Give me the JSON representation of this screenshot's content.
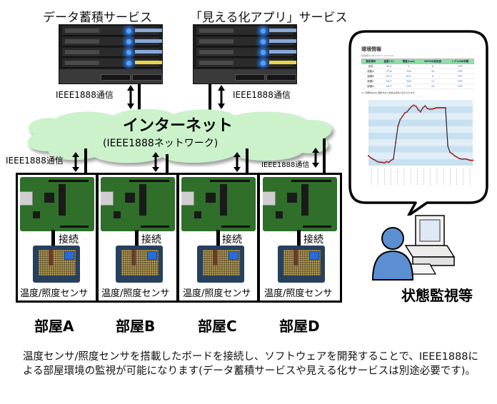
{
  "servers": [
    {
      "title": "データ蓄積サービス",
      "comm_label": "IEEE1888通信"
    },
    {
      "title": "「見える化アプリ」サービス",
      "comm_label": "IEEE1888通信"
    }
  ],
  "internet": {
    "title": "インターネット",
    "subtitle": "(IEEE1888ネットワーク)",
    "left_comm_label": "IEEE1888通信",
    "right_comm_label": "IEEE1888通信",
    "cloud_color": "#ccf2cc"
  },
  "rooms": [
    {
      "label": "部屋A",
      "connect_label": "接続",
      "sensor_label": "温度/照度センサ"
    },
    {
      "label": "部屋B",
      "connect_label": "接続",
      "sensor_label": "温度/照度センサ"
    },
    {
      "label": "部屋C",
      "connect_label": "接続",
      "sensor_label": "温度/照度センサ"
    },
    {
      "label": "部屋D",
      "connect_label": "接続",
      "sensor_label": "温度/照度センサ"
    }
  ],
  "monitor": {
    "status_label": "状態監視等",
    "screenshot": {
      "title": "環境情報",
      "meta": "取得時刻 2011-06-17 13:13:30",
      "table_headers": [
        "測定場所",
        "温度(℃)",
        "照度(Lux)",
        "DIPSW設定値",
        "トグルSW状態"
      ],
      "table_rows": [
        [
          "自宅",
          "40.0",
          "0",
          "8",
          "OFF"
        ],
        [
          "部屋A",
          "27.8",
          "316",
          "15",
          "OFF"
        ],
        [
          "部屋B",
          "32.2",
          "613",
          "0",
          "OFF"
        ],
        [
          "部屋C",
          "29.7",
          "316",
          "11",
          "OFF"
        ],
        [
          "部屋D",
          "29.7",
          "279",
          "15",
          "OFF"
        ]
      ],
      "note": "※一定時間以内に更新がない場合は赤色で表示されます。",
      "chart_series": [
        28.5,
        28.2,
        28.0,
        27.8,
        27.6,
        27.5,
        27.5,
        27.4,
        27.6,
        27.5,
        27.8,
        28.0,
        30.5,
        33.0,
        34.0,
        34.5,
        35.0,
        35.2,
        35.6,
        36.0,
        36.2,
        36.0,
        35.5,
        35.2,
        35.8,
        36.1,
        35.7,
        35.6,
        35.6,
        35.7,
        35.8,
        35.8,
        35.8,
        35.8,
        35.8,
        30.0,
        29.0,
        28.8,
        28.5,
        28.3,
        28.1,
        28.0,
        28.0,
        28.0,
        27.9,
        27.8,
        27.8
      ],
      "chart_ylim": [
        27,
        37
      ]
    }
  },
  "description": "温度センサ/照度センサを搭載したボードを接続し、ソフトウェアを開発することで、IEEE1888による部屋環境の監視が可能になります(データ蓄積サービスや見える化サービスは別途必要です)。"
}
